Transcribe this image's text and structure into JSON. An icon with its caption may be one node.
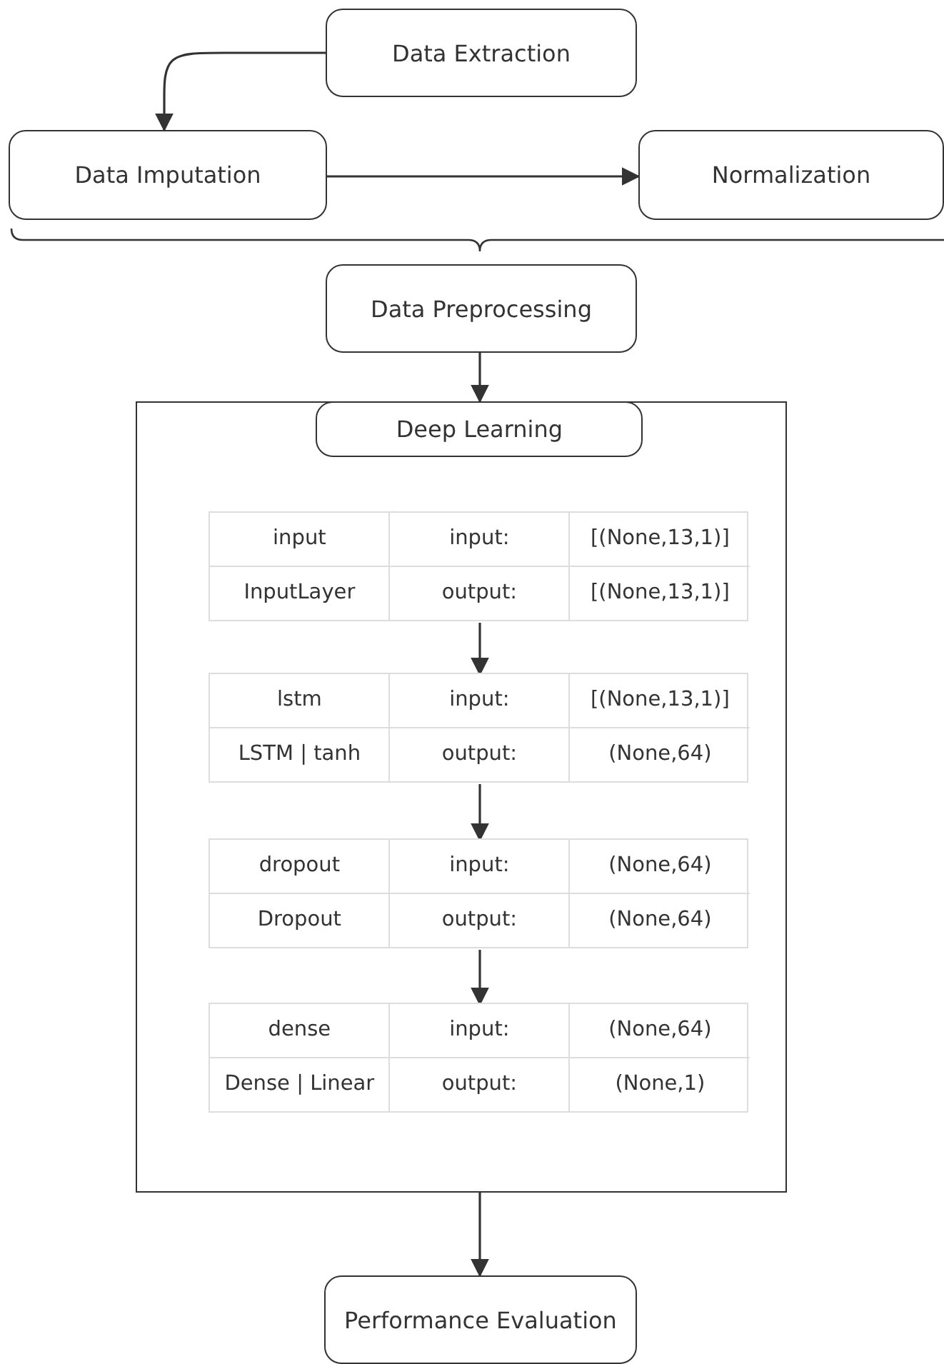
{
  "diagram": {
    "nodes": [
      {
        "text": [
          "Data Extraction"
        ]
      },
      {
        "text": [
          "Data Imputation"
        ]
      },
      {
        "text": [
          "Normalization"
        ]
      },
      {
        "text": [
          "Data Preprocessing"
        ]
      },
      {
        "text": [],
        "shape": "box"
      },
      {
        "text": [
          "Deep Learning"
        ],
        "in": 4
      },
      {
        "text": [
          "input",
          "input:",
          "[(None,13,1)]",
          "InputLayer",
          "output:",
          "[(None,13,1)]"
        ],
        "in": 4
      },
      {
        "text": [
          "lstm",
          "input:",
          "[(None,13,1)]",
          "LSTM | tanh",
          "output:",
          "(None,64)"
        ],
        "in": 4
      },
      {
        "text": [
          "dropout",
          "input:",
          "(None,64)",
          "Dropout",
          "output:",
          "(None,64)"
        ],
        "in": 4
      },
      {
        "text": [
          "dense",
          "input:",
          "(None,64)",
          "Dense | Linear",
          "output:",
          "(None,1)"
        ],
        "in": 4
      },
      {
        "text": [
          "Performance Evaluation"
        ]
      }
    ],
    "edges": [
      {
        "from": 0,
        "to": 1,
        "arrow": "to"
      },
      {
        "from": 1,
        "to": 2,
        "arrow": "to"
      },
      {
        "from": 3,
        "to": 4,
        "arrow": "to"
      },
      {
        "from": 6,
        "to": 7,
        "arrow": "to"
      },
      {
        "from": 7,
        "to": 8,
        "arrow": "to"
      },
      {
        "from": 8,
        "to": 9,
        "arrow": "to"
      },
      {
        "from": 4,
        "to": 10,
        "arrow": "to"
      }
    ]
  }
}
